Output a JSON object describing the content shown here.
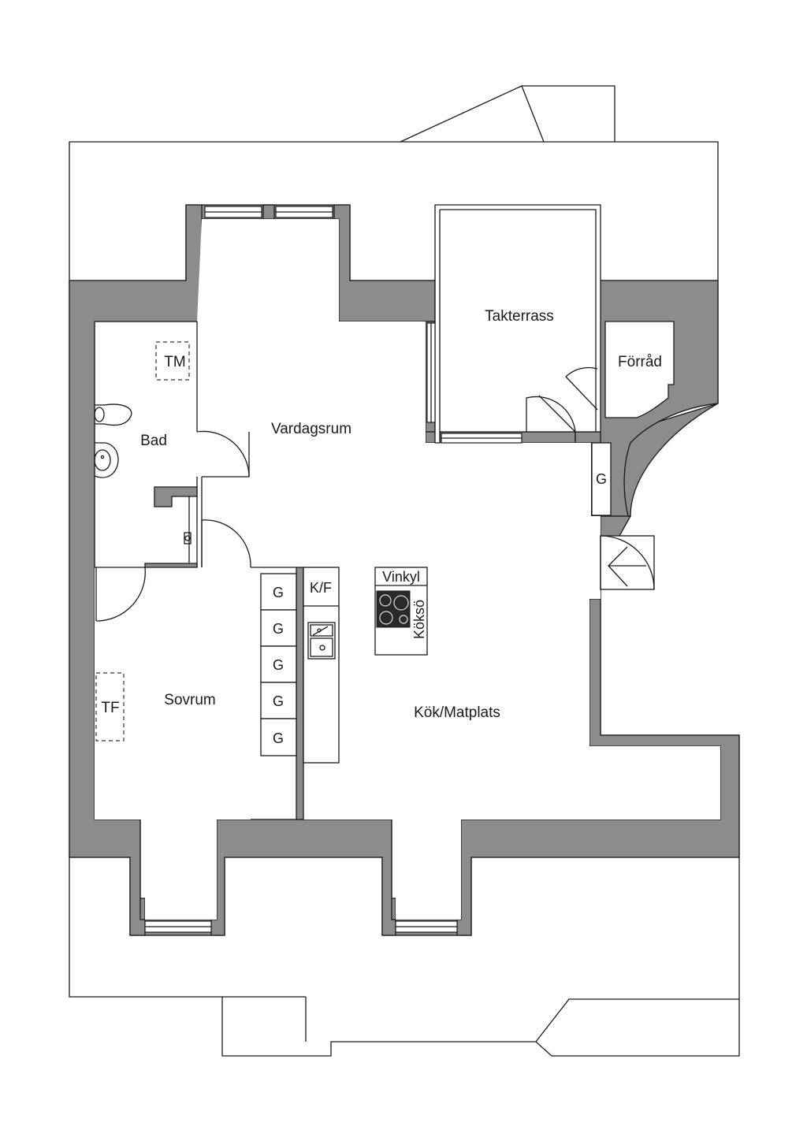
{
  "rooms": {
    "vardagsrum": "Vardagsrum",
    "takterrass": "Takterrass",
    "forrad": "Förråd",
    "bad": "Bad",
    "sovrum": "Sovrum",
    "kok_matplats": "Kök/Matplats"
  },
  "fixtures": {
    "tm": "TM",
    "tf": "TF",
    "kf": "K/F",
    "vinkyl": "Vinkyl",
    "kokso": "Köksö",
    "wardrobe": "G",
    "hall_wardrobe": "G"
  },
  "colors": {
    "wall": "#8c8c8c",
    "line": "#1a1a1a"
  }
}
